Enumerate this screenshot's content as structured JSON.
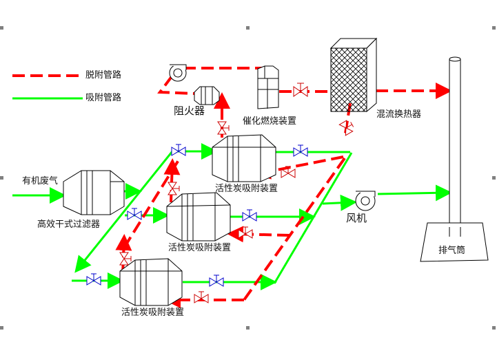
{
  "legend": {
    "desorption_line": "脱附管路",
    "adsorption_line": "吸附管路"
  },
  "labels": {
    "organic_gas": "有机废气",
    "high_eff_filter": "高效干式过滤器",
    "flame_arrester": "阻火器",
    "catalytic_burner": "催化燃烧装置",
    "heat_exchanger": "混流换热器",
    "adsorber_1": "活性炭吸附装置",
    "adsorber_2": "活性炭吸附装置",
    "adsorber_3": "活性炭吸附装置",
    "fan": "风机",
    "chimney": "排气筒"
  },
  "colors": {
    "desorption": "#ff0000",
    "adsorption": "#00ff00",
    "valve": "#0000cc",
    "outline": "#000000"
  }
}
